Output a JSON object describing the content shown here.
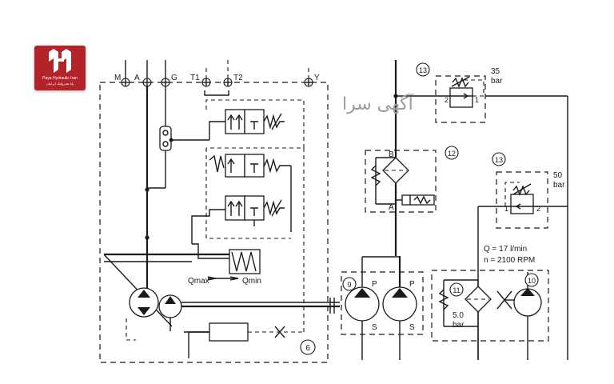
{
  "logo": {
    "name": "Paya Hydraulic Iran",
    "subtitle": "پایا هیدرولیک ایرانیان",
    "icon": "hydraulic-logo-icon",
    "color": "#b3232a"
  },
  "watermark": "آگهی سرا",
  "ports": {
    "m": "M",
    "a": "A",
    "g": "G",
    "t1": "T1",
    "t2": "T2",
    "y": "Y"
  },
  "pump_control": {
    "qmax": "Qmax",
    "qmin": "Qmin"
  },
  "component_numbers": {
    "n6": "6",
    "n9": "9",
    "n10": "10",
    "n11": "11",
    "n12": "12",
    "n13a": "13",
    "n13b": "13"
  },
  "relief_valve_top": {
    "pressure": "35",
    "unit": "bar",
    "port1": "1",
    "port2": "2"
  },
  "relief_valve_mid": {
    "pressure": "50",
    "unit": "bar",
    "port1": "1",
    "port2": "2"
  },
  "filter_block": {
    "port_b": "B",
    "port_a": "A"
  },
  "pump_spec": {
    "flow": "Q = 17 l/min",
    "speed": "n = 2100 RPM"
  },
  "tandem_pump": {
    "p_left": "P",
    "p_right": "P",
    "s_left": "S",
    "s_right": "S"
  },
  "cooler_filter": {
    "pressure": "5.0",
    "unit": "bar"
  }
}
